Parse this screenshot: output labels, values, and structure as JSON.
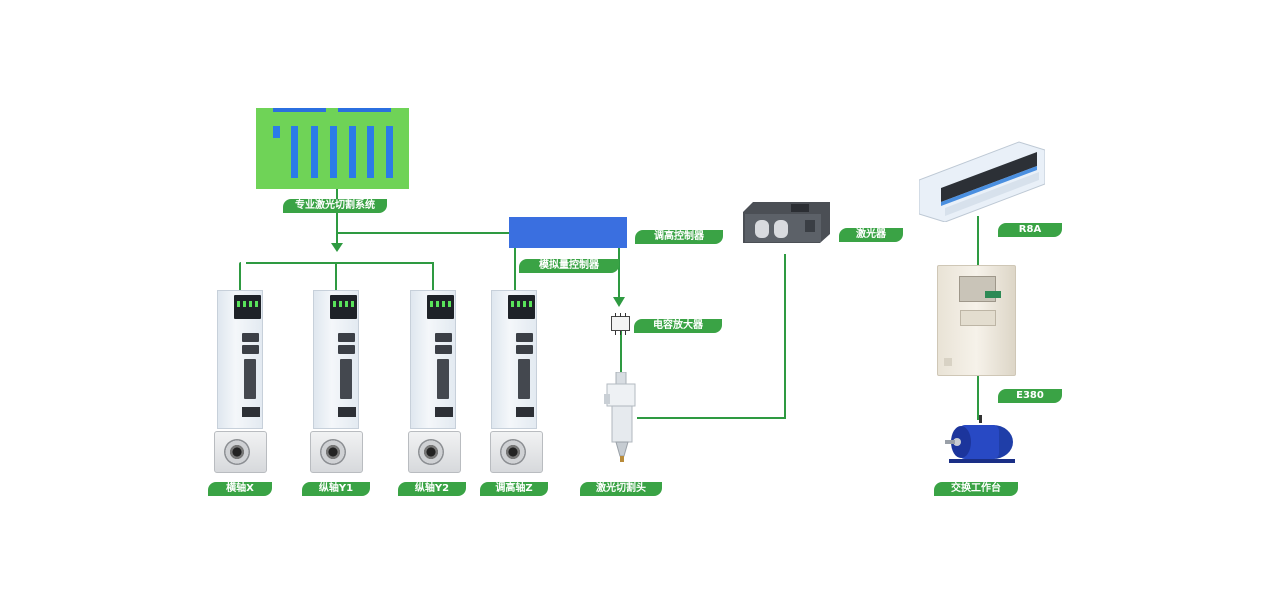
{
  "labels": {
    "system": "专业激光切割系统",
    "height_controller": "调高控制器",
    "analog_controller": "模拟量控制器",
    "capacitor_amplifier": "电容放大器",
    "laser": "激光器",
    "r8a": "R8A",
    "e380": "E380",
    "axis_x": "横轴X",
    "axis_y1": "纵轴Y1",
    "axis_y2": "纵轴Y2",
    "axis_z": "调高轴Z",
    "cutting_head": "激光切割头",
    "exchange_table": "交换工作台"
  },
  "colors": {
    "connector_line": "#2e9a41",
    "label_tag": "#3aa345",
    "system_box": "#6fd357",
    "analog_box": "#3a6fe0"
  }
}
